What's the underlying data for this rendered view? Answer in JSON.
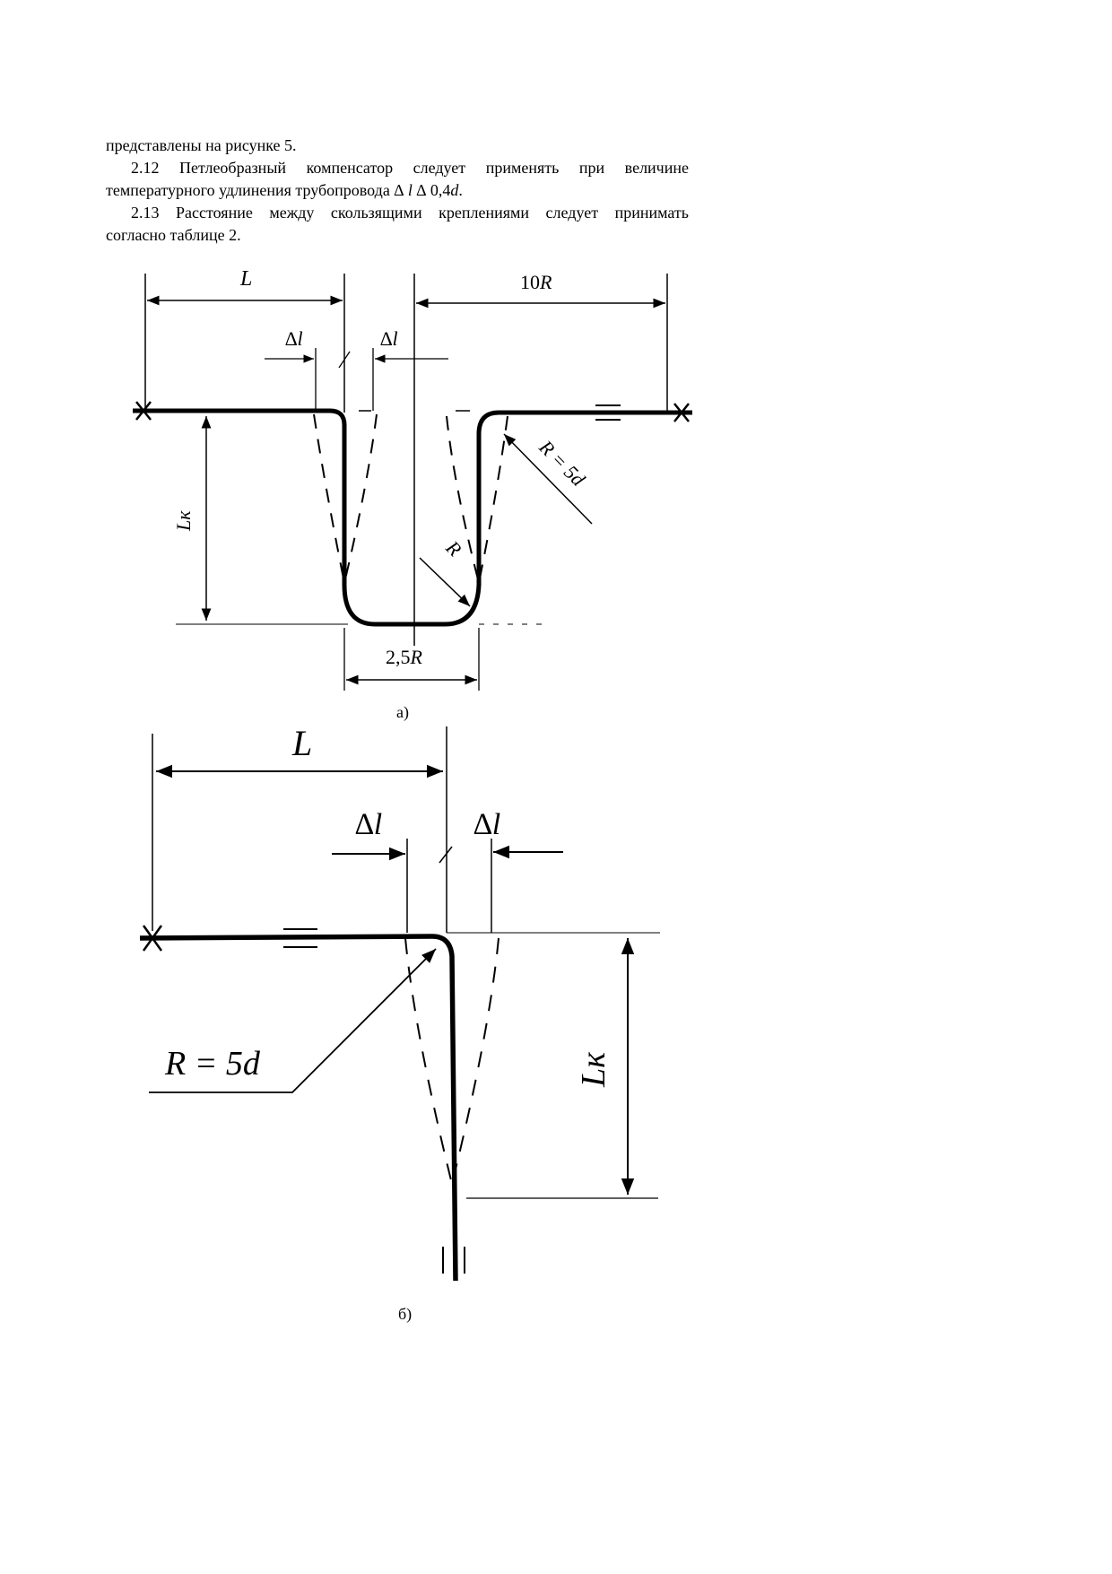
{
  "text": {
    "line1": "представлены на рисунке 5.",
    "p212_line1": "2.12 Петлеобразный компенсатор следует применять при величине",
    "p212_line2_a": "температурного удлинения трубопровода ",
    "p212_line2_sym1": "∆",
    "p212_line2_l": "l",
    "p212_line2_sym2": "∆",
    "p212_line2_b": " 0,4",
    "p212_line2_d": "d",
    "p212_line2_end": ".",
    "p213_line1": "2.13 Расстояние между скользящими креплениями следует принимать",
    "p213_line2": "согласно таблице 2."
  },
  "figure_a": {
    "label_L": "L",
    "label_10R_num": "10",
    "label_10R_R": "R",
    "label_dl_left": "∆l",
    "label_dl_right": "∆l",
    "label_R5d": "R = 5d",
    "label_R": "R",
    "label_Lk": "Lк",
    "label_25R_num": "2,5",
    "label_25R_R": "R",
    "caption": "а)"
  },
  "figure_b": {
    "label_L": "L",
    "label_dl_left": "∆l",
    "label_dl_right": "∆l",
    "label_R5d": "R = 5d",
    "label_Lk": "Lк",
    "caption": "б)"
  }
}
